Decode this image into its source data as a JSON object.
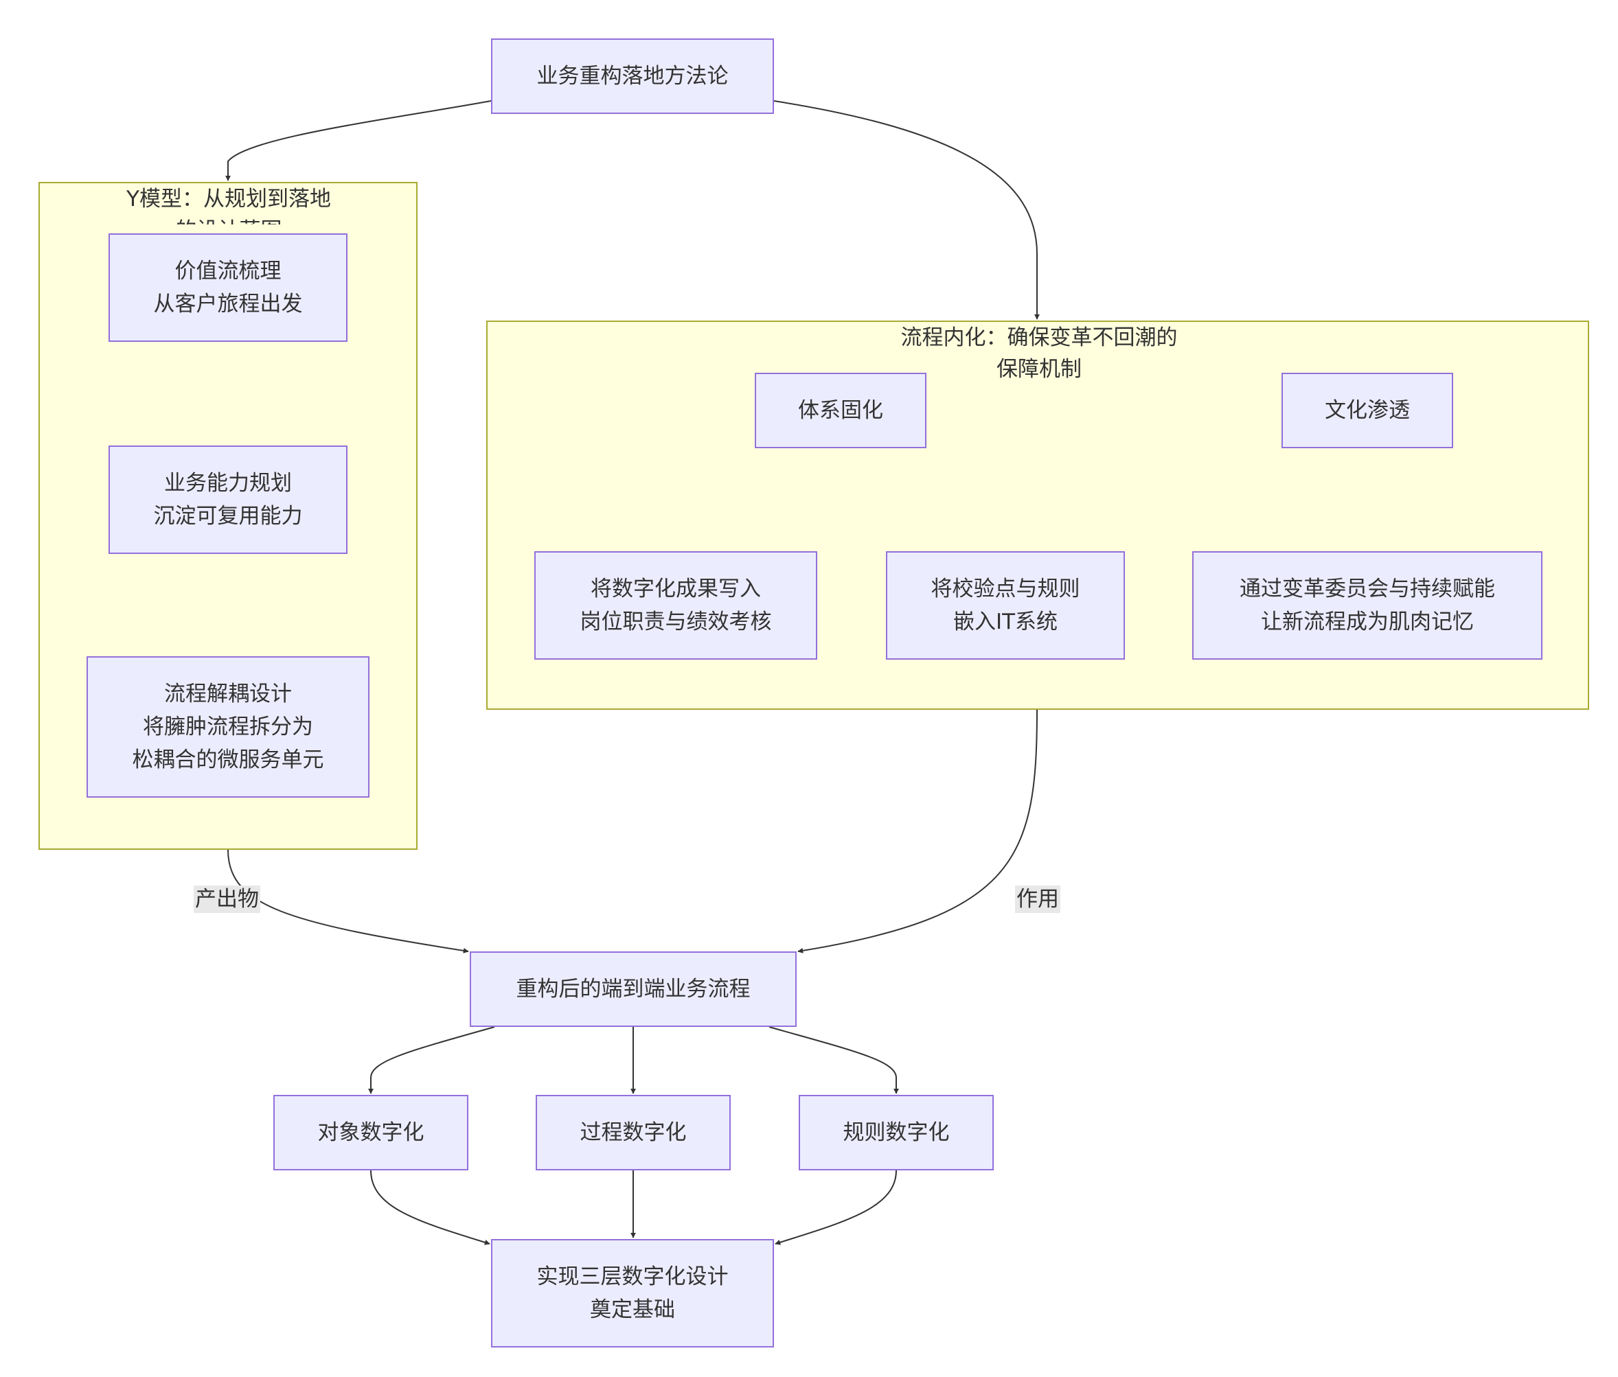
{
  "root": {
    "label": "业务重构落地方法论"
  },
  "cluster_y": {
    "title": "Y模型：从规划到落地的设计蓝图",
    "nodes": {
      "value_stream": "价值流梳理\n从客户旅程出发",
      "capability": "业务能力规划\n沉淀可复用能力",
      "decoupling": "流程解耦设计\n将臃肿流程拆分为\n松耦合的微服务单元"
    }
  },
  "cluster_internal": {
    "title": "流程内化：确保变革不回潮的保障机制",
    "nodes": {
      "system": "体系固化",
      "culture": "文化渗透",
      "perf": "将数字化成果写入\n岗位职责与绩效考核",
      "it": "将校验点与规则\n嵌入IT系统",
      "committee": "通过变革委员会与持续赋能\n让新流程成为肌肉记忆"
    }
  },
  "edge_labels": {
    "output": "产出物",
    "effect": "作用"
  },
  "flow": {
    "label": "重构后的端到端业务流程"
  },
  "digital": {
    "object": "对象数字化",
    "process": "过程数字化",
    "rule": "规则数字化"
  },
  "foundation": {
    "label": "实现三层数字化设计\n奠定基础"
  },
  "colors": {
    "node_fill": "#ececff",
    "node_border": "#9370db",
    "cluster_fill": "#ffffde",
    "cluster_border": "#aaaa33",
    "edge": "#333333",
    "edge_label_bg": "#e8e8e8"
  }
}
